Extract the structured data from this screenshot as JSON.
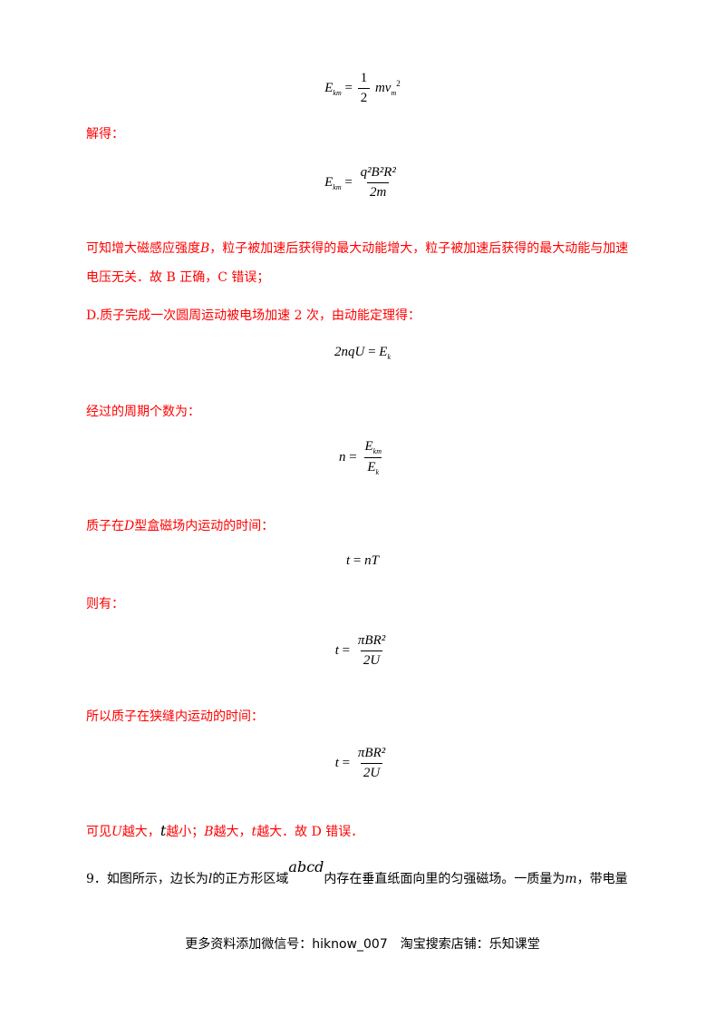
{
  "eq1": {
    "lhs": "E",
    "lhs_sub": "km",
    "num": "1",
    "den": "2",
    "rhs": "mv",
    "rhs_sub": "m",
    "rhs_sup": "2"
  },
  "t_jiede": "解得：",
  "eq2": {
    "lhs": "E",
    "lhs_sub": "km",
    "num": "q²B²R²",
    "den": "2m"
  },
  "p1_a": "可知增大磁感应强度",
  "p1_var": "B",
  "p1_b": "，粒子被加速后获得的最大动能增大，粒子被加速后获得的最大动能与加速",
  "p1_c": "电压无关．故 B 正确，C 错误；",
  "p_d": "D.质子完成一次圆周运动被电场加速 2 次，由动能定理得：",
  "eq3": {
    "lhs": "2nqU",
    "rhs": "E",
    "rhs_sub": "k"
  },
  "t_zhouqi": "经过的周期个数为：",
  "eq4": {
    "lhs": "n",
    "num": "E",
    "num_sub": "km",
    "den": "E",
    "den_sub": "k"
  },
  "t_dxing_a": "质子在",
  "t_dxing_var": "D",
  "t_dxing_b": "型盒磁场内运动的时间：",
  "eq5": {
    "lhs": "t",
    "rhs": "nT"
  },
  "t_zeyou": "则有：",
  "eq6": {
    "lhs": "t",
    "num": "πBR²",
    "den": "2U"
  },
  "t_xiafeng": "所以质子在狭缝内运动的时间：",
  "eq7": {
    "lhs": "t",
    "num": "πBR²",
    "den": "2U"
  },
  "concl": {
    "a": "可见",
    "U": "U",
    "b": "越大，",
    "t": "t",
    "c": "越小；",
    "B": "B",
    "d": "越大，",
    "t2": "t",
    "e": "越大．故 D 错误．"
  },
  "q9": {
    "a": "9．如图所示，边长为",
    "l": "l",
    "b": "的正方形区域",
    "abcd": "abcd",
    "c": "内存在垂直纸面向里的匀强磁场。一质量为",
    "m": "m",
    "d": "，带电量"
  },
  "footer": "更多资料添加微信号：hiknow_007　淘宝搜索店铺：乐知课堂"
}
